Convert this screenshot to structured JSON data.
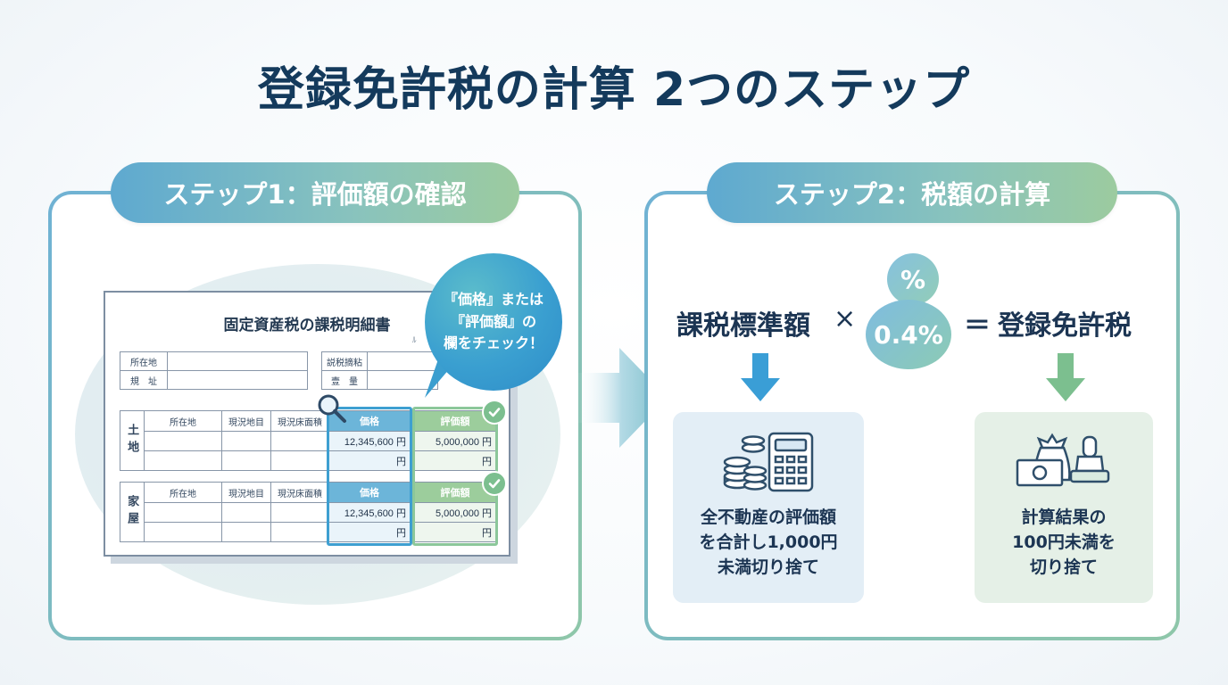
{
  "title": "登録免許税の計算 2つのステップ",
  "step1": {
    "label": "ステップ1：評価額の確認",
    "document": {
      "title": "固定資産税の課税明細書",
      "top_fields": [
        "所在地",
        "規　址",
        "説税摘粘",
        "壹　量"
      ],
      "land": {
        "section": "土地",
        "headers": [
          "所在地",
          "現況地目",
          "現況床面積",
          "価格",
          "評価額"
        ],
        "price": "12,345,600 円",
        "evaluation": "5,000,000 円",
        "unit": "円"
      },
      "house": {
        "section": "家屋",
        "headers": [
          "所在地",
          "現況地目",
          "現況床面積",
          "価格",
          "評価額"
        ],
        "price": "12,345,600 円",
        "evaluation": "5,000,000 円",
        "unit": "円"
      }
    },
    "bubble": [
      "『価格』または",
      "『評価額』の",
      "欄をチェック！"
    ]
  },
  "step2": {
    "label": "ステップ2：税額の計算",
    "formula": {
      "base": "課税標準額",
      "times": "×",
      "percent_symbol": "%",
      "rate": "0.4%",
      "equals": "＝",
      "result": "登録免許税"
    },
    "card_left": [
      "全不動産の評価額",
      "を合計し1,000円",
      "未満切り捨て"
    ],
    "card_right": [
      "計算結果の",
      "100円未満を",
      "切り捨て"
    ]
  },
  "colors": {
    "title": "#143a5c",
    "blue": "#3e9fd1",
    "green": "#8cc79a",
    "arrow_blue": "#3a9ed6",
    "arrow_green": "#7cbf8f"
  }
}
